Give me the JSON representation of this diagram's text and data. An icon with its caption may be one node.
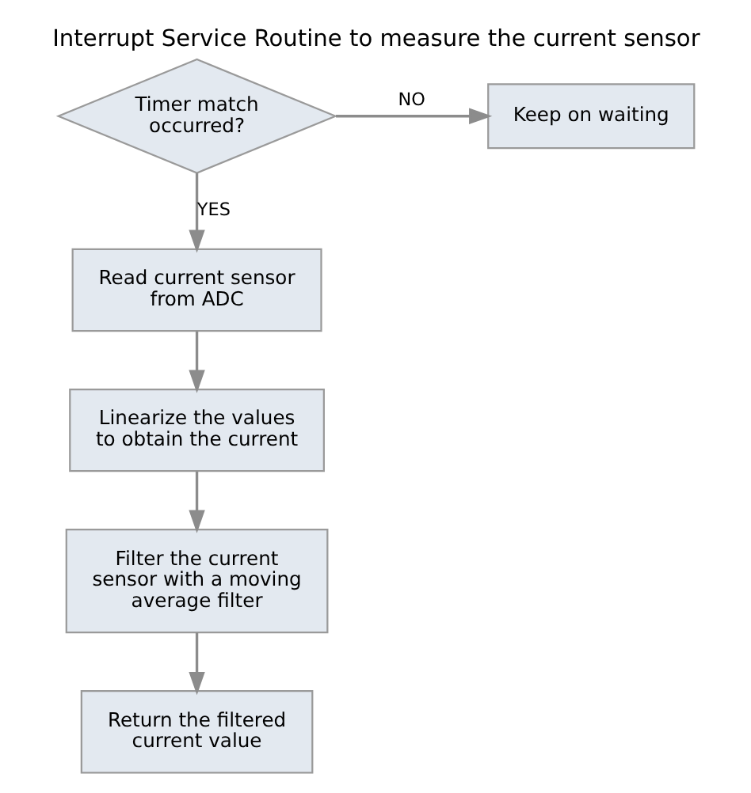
{
  "diagram": {
    "title": "Interrupt Service Routine to measure the current sensor",
    "nodes": [
      {
        "text": [
          "Timer match occurred?"
        ]
      },
      {
        "text": [
          "Keep on waiting"
        ]
      },
      {
        "text": [
          "Read current sensor from ADC"
        ]
      },
      {
        "text": [
          "Linearize the values to obtain the current"
        ]
      },
      {
        "text": [
          "Filter the current sensor with a moving average filter"
        ]
      },
      {
        "text": [
          "Return the filtered current value"
        ]
      }
    ],
    "edges": [
      {
        "from": 0,
        "to": 1,
        "arrow": "to",
        "label": "NO"
      },
      {
        "from": 0,
        "to": 2,
        "arrow": "to",
        "label": "YES"
      },
      {
        "from": 2,
        "to": 3,
        "arrow": "to"
      },
      {
        "from": 3,
        "to": 4,
        "arrow": "to"
      },
      {
        "from": 4,
        "to": 5,
        "arrow": "to"
      }
    ]
  }
}
